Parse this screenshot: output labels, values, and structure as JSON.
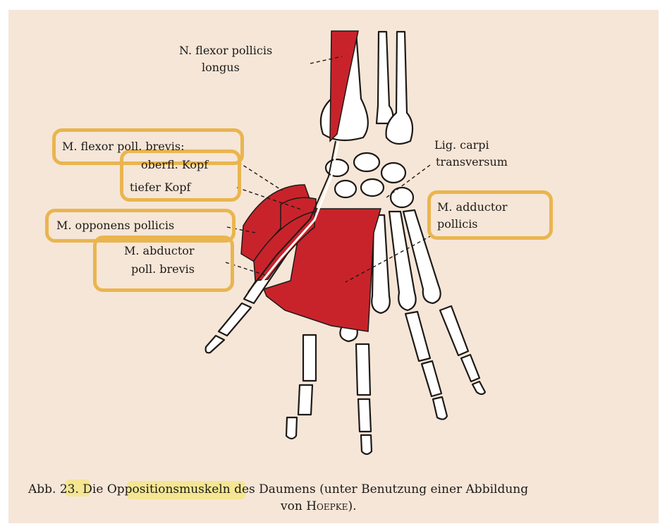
{
  "labels": {
    "flexor_longus_1": "N. flexor pollicis",
    "flexor_longus_2": "longus",
    "lig_1": "Lig. carpi",
    "lig_2": "transversum",
    "flexor_brevis_1": "M. flexor poll. brevis:",
    "flexor_brevis_2": "oberfl. Kopf",
    "flexor_brevis_3": "tiefer Kopf",
    "opponens": "M. opponens pollicis",
    "abductor_1": "M. abductor",
    "abductor_2": "poll. brevis",
    "adductor_1": "M. adductor",
    "adductor_2": "pollicis"
  },
  "caption": {
    "prefix": "Abb. 23.",
    "part1": "Die",
    "highlighted": "Oppositionsmuskeln",
    "part2": "des Daumens (unter Benutzung einer Abbildung",
    "line2_pre": "von",
    "author": "Hoepke",
    "line2_post": ")."
  },
  "colors": {
    "paper": "#f6e6d8",
    "muscle": "#c8232b",
    "highlight_ring": "#eab54e",
    "highlight_marker": "#f3e65b"
  }
}
